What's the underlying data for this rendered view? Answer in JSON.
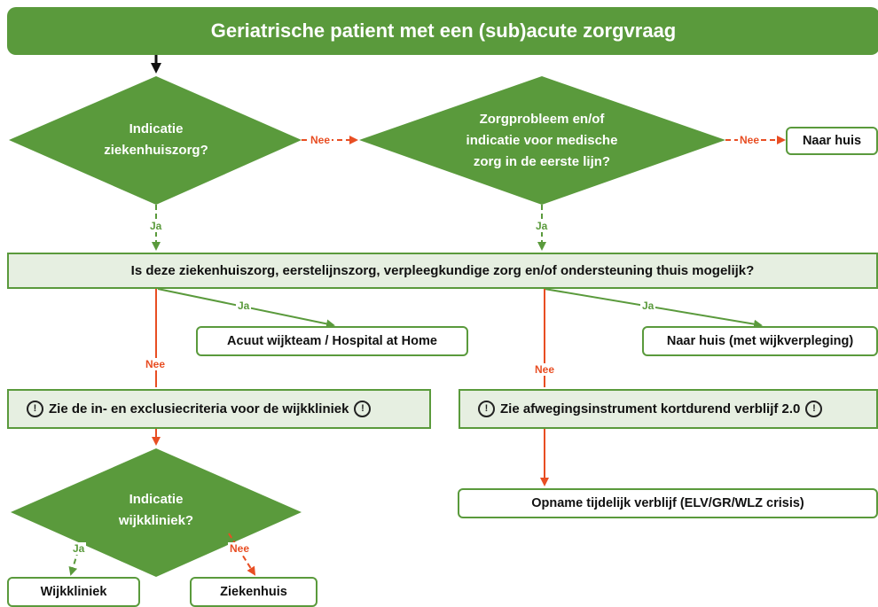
{
  "title": "Geriatrische patient met een (sub)acute zorgvraag",
  "colors": {
    "green": "#5a9a3c",
    "light_green": "#e6efe1",
    "red_orange": "#e84e23",
    "black": "#111111"
  },
  "decisions": {
    "ziekenhuiszorg": {
      "line1": "Indicatie",
      "line2": "ziekenhuiszorg?"
    },
    "eerste_lijn": {
      "line1": "Zorgprobleem en/of",
      "line2": "indicatie voor medische",
      "line3": "zorg in de eerste lijn?"
    },
    "wijkkliniek": {
      "line1": "Indicatie",
      "line2": "wijkkliniek?"
    }
  },
  "question_bar": "Is deze ziekenhuiszorg, eerstelijnszorg, verpleegkundige zorg en/of ondersteuning thuis mogelijk?",
  "outcomes": {
    "naar_huis": "Naar huis",
    "acuut_wijkteam": "Acuut wijkteam / Hospital at Home",
    "naar_huis_wijkverpleging": "Naar huis (met wijkverpleging)",
    "opname": "Opname tijdelijk verblijf (ELV/GR/WLZ crisis)",
    "wijkkliniek": "Wijkkliniek",
    "ziekenhuis": "Ziekenhuis"
  },
  "info_bars": {
    "wijkkliniek_criteria": "Zie de in- en exclusiecriteria voor de wijkkliniek",
    "afwegingsinstrument": "Zie afwegingsinstrument kortdurend verblijf 2.0"
  },
  "info_icon": "exclamation-circle-icon",
  "info_icon_glyph": "!",
  "edge_labels": {
    "ja": "Ja",
    "nee": "Nee"
  }
}
